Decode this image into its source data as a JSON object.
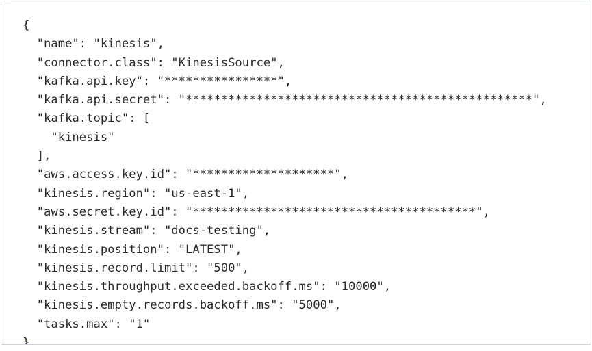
{
  "panel": {
    "kind": "json-code-block",
    "language": "json",
    "border_color": "#c8d4dc",
    "background_color": "#ffffff",
    "text_color": "#2c2c2c"
  },
  "config": {
    "name": "kinesis",
    "connector.class": "KinesisSource",
    "kafka.api.key": "****************",
    "kafka.api.secret": "*************************************************",
    "kafka.topic": [
      "kinesis"
    ],
    "aws.access.key.id": "********************",
    "kinesis.region": "us-east-1",
    "aws.secret.key.id": "****************************************",
    "kinesis.stream": "docs-testing",
    "kinesis.position": "LATEST",
    "kinesis.record.limit": "500",
    "kinesis.throughput.exceeded.backoff.ms": "10000",
    "kinesis.empty.records.backoff.ms": "5000",
    "tasks.max": "1"
  },
  "code": {
    "lines": [
      "{",
      "  \"name\": \"kinesis\",",
      "  \"connector.class\": \"KinesisSource\",",
      "  \"kafka.api.key\": \"****************\",",
      "  \"kafka.api.secret\": \"*************************************************\",",
      "  \"kafka.topic\": [",
      "    \"kinesis\"",
      "  ],",
      "  \"aws.access.key.id\": \"********************\",",
      "  \"kinesis.region\": \"us-east-1\",",
      "  \"aws.secret.key.id\": \"****************************************\",",
      "  \"kinesis.stream\": \"docs-testing\",",
      "  \"kinesis.position\": \"LATEST\",",
      "  \"kinesis.record.limit\": \"500\",",
      "  \"kinesis.throughput.exceeded.backoff.ms\": \"10000\",",
      "  \"kinesis.empty.records.backoff.ms\": \"5000\",",
      "  \"tasks.max\": \"1\"",
      "}"
    ]
  }
}
